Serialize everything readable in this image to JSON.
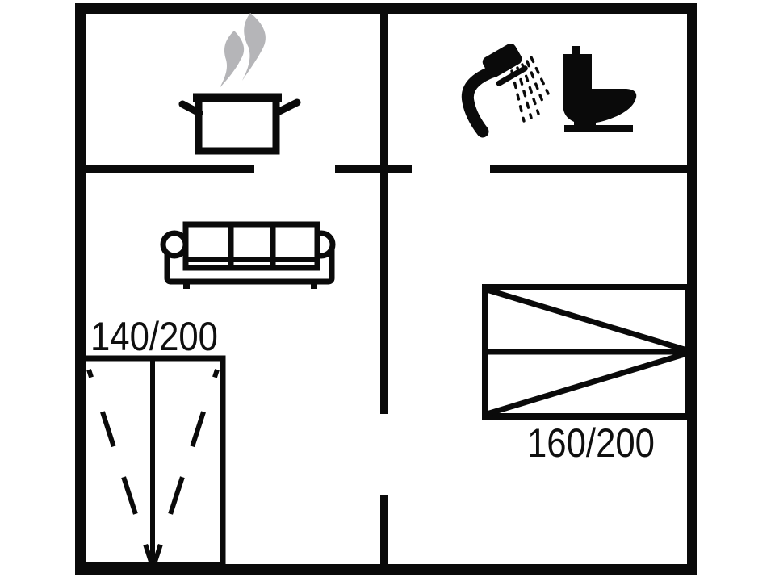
{
  "floorplan": {
    "colors": {
      "wall": "#0a0a0a",
      "icon": "#0a0a0a",
      "steam": "#b5b5b8",
      "background": "#ffffff"
    },
    "rooms": {
      "kitchen": {
        "icons": [
          "cooking-pot-icon",
          "steam-icon"
        ]
      },
      "bathroom": {
        "icons": [
          "shower-icon",
          "toilet-icon"
        ]
      },
      "living_room": {
        "icons": [
          "sofa-icon",
          "sofa-bed-symbol"
        ]
      },
      "bedroom": {
        "icons": [
          "double-bed-symbol"
        ]
      }
    },
    "beds": {
      "sofa_bed": {
        "label": "140/200"
      },
      "double_bed": {
        "label": "160/200"
      }
    }
  }
}
